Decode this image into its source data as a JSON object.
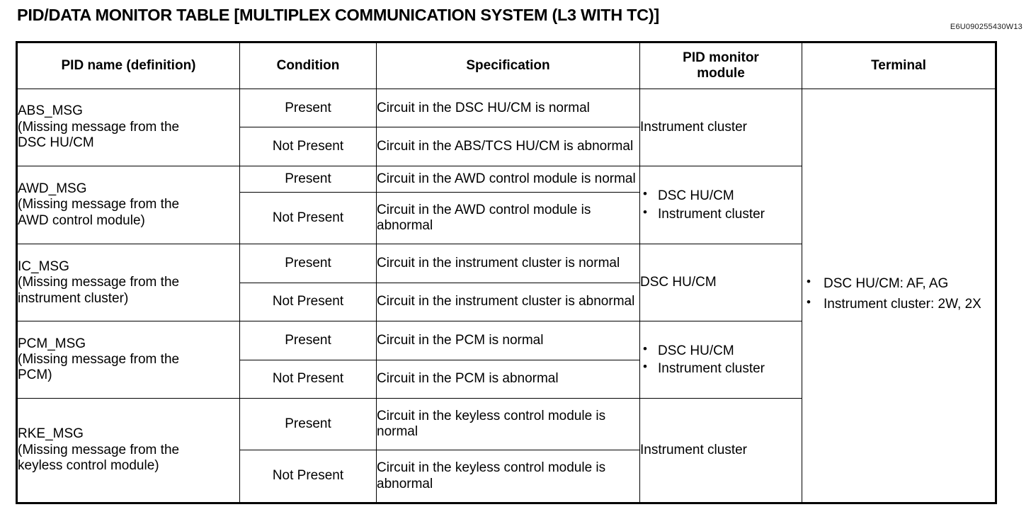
{
  "title": "PID/DATA MONITOR TABLE [MULTIPLEX COMMUNICATION SYSTEM (L3 WITH TC)]",
  "doc_code": "E6U090255430W13",
  "table": {
    "headers": {
      "pid_name": "PID name (definition)",
      "condition": "Condition",
      "specification": "Specification",
      "pid_monitor_module_line1": "PID monitor",
      "pid_monitor_module_line2": "module",
      "terminal": "Terminal"
    },
    "rows": [
      {
        "pid_name_line1": "ABS_MSG",
        "pid_name_line2": "(Missing message from the",
        "pid_name_line3": "DSC HU/CM",
        "conditions": [
          {
            "condition": "Present",
            "spec_line1": "Circuit in the DSC HU/CM is",
            "spec_line2": "normal"
          },
          {
            "condition": "Not Present",
            "spec_line1": "Circuit in the ABS/TCS HU/CM",
            "spec_line2": "is abnormal"
          }
        ],
        "module_text": "Instrument cluster",
        "module_bullets": []
      },
      {
        "pid_name_line1": "AWD_MSG",
        "pid_name_line2": "(Missing message from the",
        "pid_name_line3": "AWD control module)",
        "conditions": [
          {
            "condition": "Present",
            "spec_line1": "Circuit in the AWD control",
            "spec_line2": "module is normal"
          },
          {
            "condition": "Not Present",
            "spec_line1": "Circuit in the AWD control",
            "spec_line2": "module is abnormal"
          }
        ],
        "module_text": "",
        "module_bullets": [
          "DSC HU/CM",
          "Instrument cluster"
        ]
      },
      {
        "pid_name_line1": "IC_MSG",
        "pid_name_line2": "(Missing message from the",
        "pid_name_line3": "instrument cluster)",
        "conditions": [
          {
            "condition": "Present",
            "spec_line1": "Circuit in the instrument cluster",
            "spec_line2": "is normal"
          },
          {
            "condition": "Not Present",
            "spec_line1": "Circuit in the instrument cluster",
            "spec_line2": "is abnormal"
          }
        ],
        "module_text": "DSC HU/CM",
        "module_bullets": []
      },
      {
        "pid_name_line1": "PCM_MSG",
        "pid_name_line2": "(Missing message from the",
        "pid_name_line3": "PCM)",
        "conditions": [
          {
            "condition": "Present",
            "spec_line1": "Circuit in the PCM is normal",
            "spec_line2": ""
          },
          {
            "condition": "Not Present",
            "spec_line1": "Circuit in the PCM is abnormal",
            "spec_line2": ""
          }
        ],
        "module_text": "",
        "module_bullets": [
          "DSC HU/CM",
          "Instrument cluster"
        ]
      },
      {
        "pid_name_line1": "RKE_MSG",
        "pid_name_line2": "(Missing message from the",
        "pid_name_line3": "keyless control module)",
        "conditions": [
          {
            "condition": "Present",
            "spec_line1": "Circuit in the keyless control",
            "spec_line2": "module is normal"
          },
          {
            "condition": "Not Present",
            "spec_line1": "Circuit in the keyless control",
            "spec_line2": "module is abnormal"
          }
        ],
        "module_text": "Instrument cluster",
        "module_bullets": []
      }
    ],
    "terminal_bullets": [
      "DSC HU/CM: AF, AG",
      "Instrument cluster: 2W, 2X"
    ]
  }
}
